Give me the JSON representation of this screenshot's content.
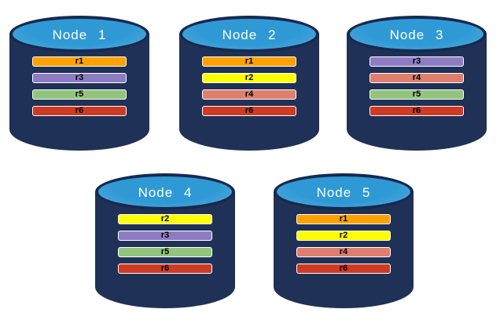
{
  "palette": {
    "background": "#FFFFFF",
    "cylinder_body": "#1F3156",
    "cylinder_rim": "#17294E",
    "cylinder_top": "#2F99D5",
    "node_title_color": "#FFFFFF",
    "bar_text_color": "#000000",
    "bar_border": "#FFFFFF"
  },
  "replica_colors": {
    "r1": "#FFA100",
    "r2": "#FFFF00",
    "r3": "#8E7CC3",
    "r4": "#DF7E6C",
    "r5": "#93C47D",
    "r6": "#CE3B24"
  },
  "nodes": [
    {
      "title": "Node 1",
      "replicas": [
        "r1",
        "r3",
        "r5",
        "r6"
      ]
    },
    {
      "title": "Node 2",
      "replicas": [
        "r1",
        "r2",
        "r4",
        "r6"
      ]
    },
    {
      "title": "Node 3",
      "replicas": [
        "r3",
        "r4",
        "r5",
        "r6"
      ]
    },
    {
      "title": "Node 4",
      "replicas": [
        "r2",
        "r3",
        "r5",
        "r6"
      ]
    },
    {
      "title": "Node 5",
      "replicas": [
        "r1",
        "r2",
        "r4",
        "r6"
      ]
    }
  ]
}
